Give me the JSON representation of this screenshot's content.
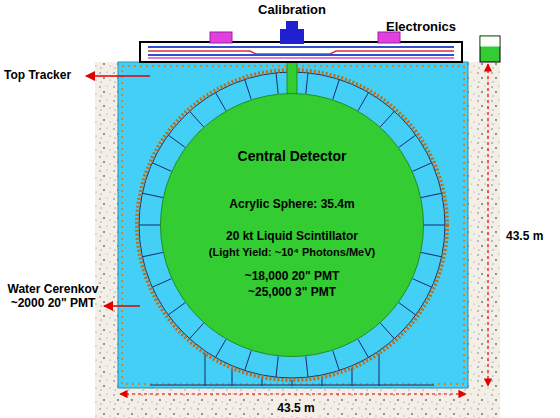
{
  "diagram": {
    "nodes": [
      {
        "text": [
          "Central Detector",
          "Acrylic Sphere: 35.4m",
          "20 kt Liquid Scintillator",
          "(Light Yield: ~10⁴ Photons/MeV)",
          "~18,000 20\" PMT",
          "~25,000 3\" PMT"
        ]
      }
    ],
    "labels": [
      "Calibration",
      "Electronics",
      "Top Tracker",
      "Water Cerenkov ~2000 20\" PMT",
      "43.5 m",
      "43.5 m"
    ]
  }
}
